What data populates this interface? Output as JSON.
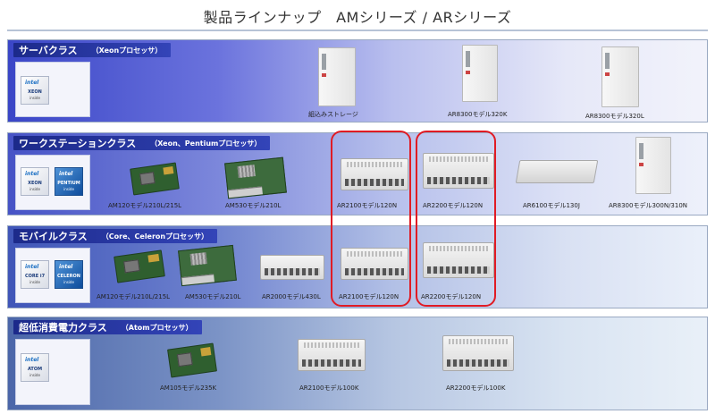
{
  "page_title": "製品ラインナップ　AMシリーズ / ARシリーズ",
  "bands": {
    "server": {
      "label": "サーバクラス",
      "sublabel": "（Xeonプロセッサ）",
      "badges": [
        {
          "name": "XEON",
          "inside": "inside"
        }
      ],
      "products": [
        "組込みストレージ",
        "AR8300モデル320K",
        "AR8300モデル320L"
      ]
    },
    "ws": {
      "label": "ワークステーションクラス",
      "sublabel": "（Xeon、Pentiumプロセッサ）",
      "badges": [
        {
          "name": "XEON",
          "inside": "inside"
        },
        {
          "name": "PENTIUM",
          "inside": "inside"
        }
      ],
      "products": [
        "AM120モデル210L/215L",
        "AM530モデル210L",
        "AR2100モデル120N",
        "AR2200モデル120N",
        "AR6100モデル130J",
        "AR8300モデル300N/310N"
      ]
    },
    "mobile": {
      "label": "モバイルクラス",
      "sublabel": "（Core、Celeronプロセッサ）",
      "badges": [
        {
          "name": "CORE i7",
          "inside": "inside"
        },
        {
          "name": "CELERON",
          "inside": "inside"
        }
      ],
      "products": [
        "AM120モデル210L/215L",
        "AM530モデル210L",
        "AR2000モデル430L",
        "AR2100モデル120N",
        "AR2200モデル120N"
      ]
    },
    "lowpower": {
      "label": "超低消費電力クラス",
      "sublabel": "（Atomプロセッサ）",
      "badges": [
        {
          "name": "ATOM",
          "inside": "inside"
        }
      ],
      "products": [
        "AM105モデル235K",
        "AR2100モデル100K",
        "AR2200モデル100K"
      ]
    }
  },
  "chip_logo": "intel",
  "colors": {
    "highlight": "#e01b24",
    "header": "#1c2a8a"
  }
}
